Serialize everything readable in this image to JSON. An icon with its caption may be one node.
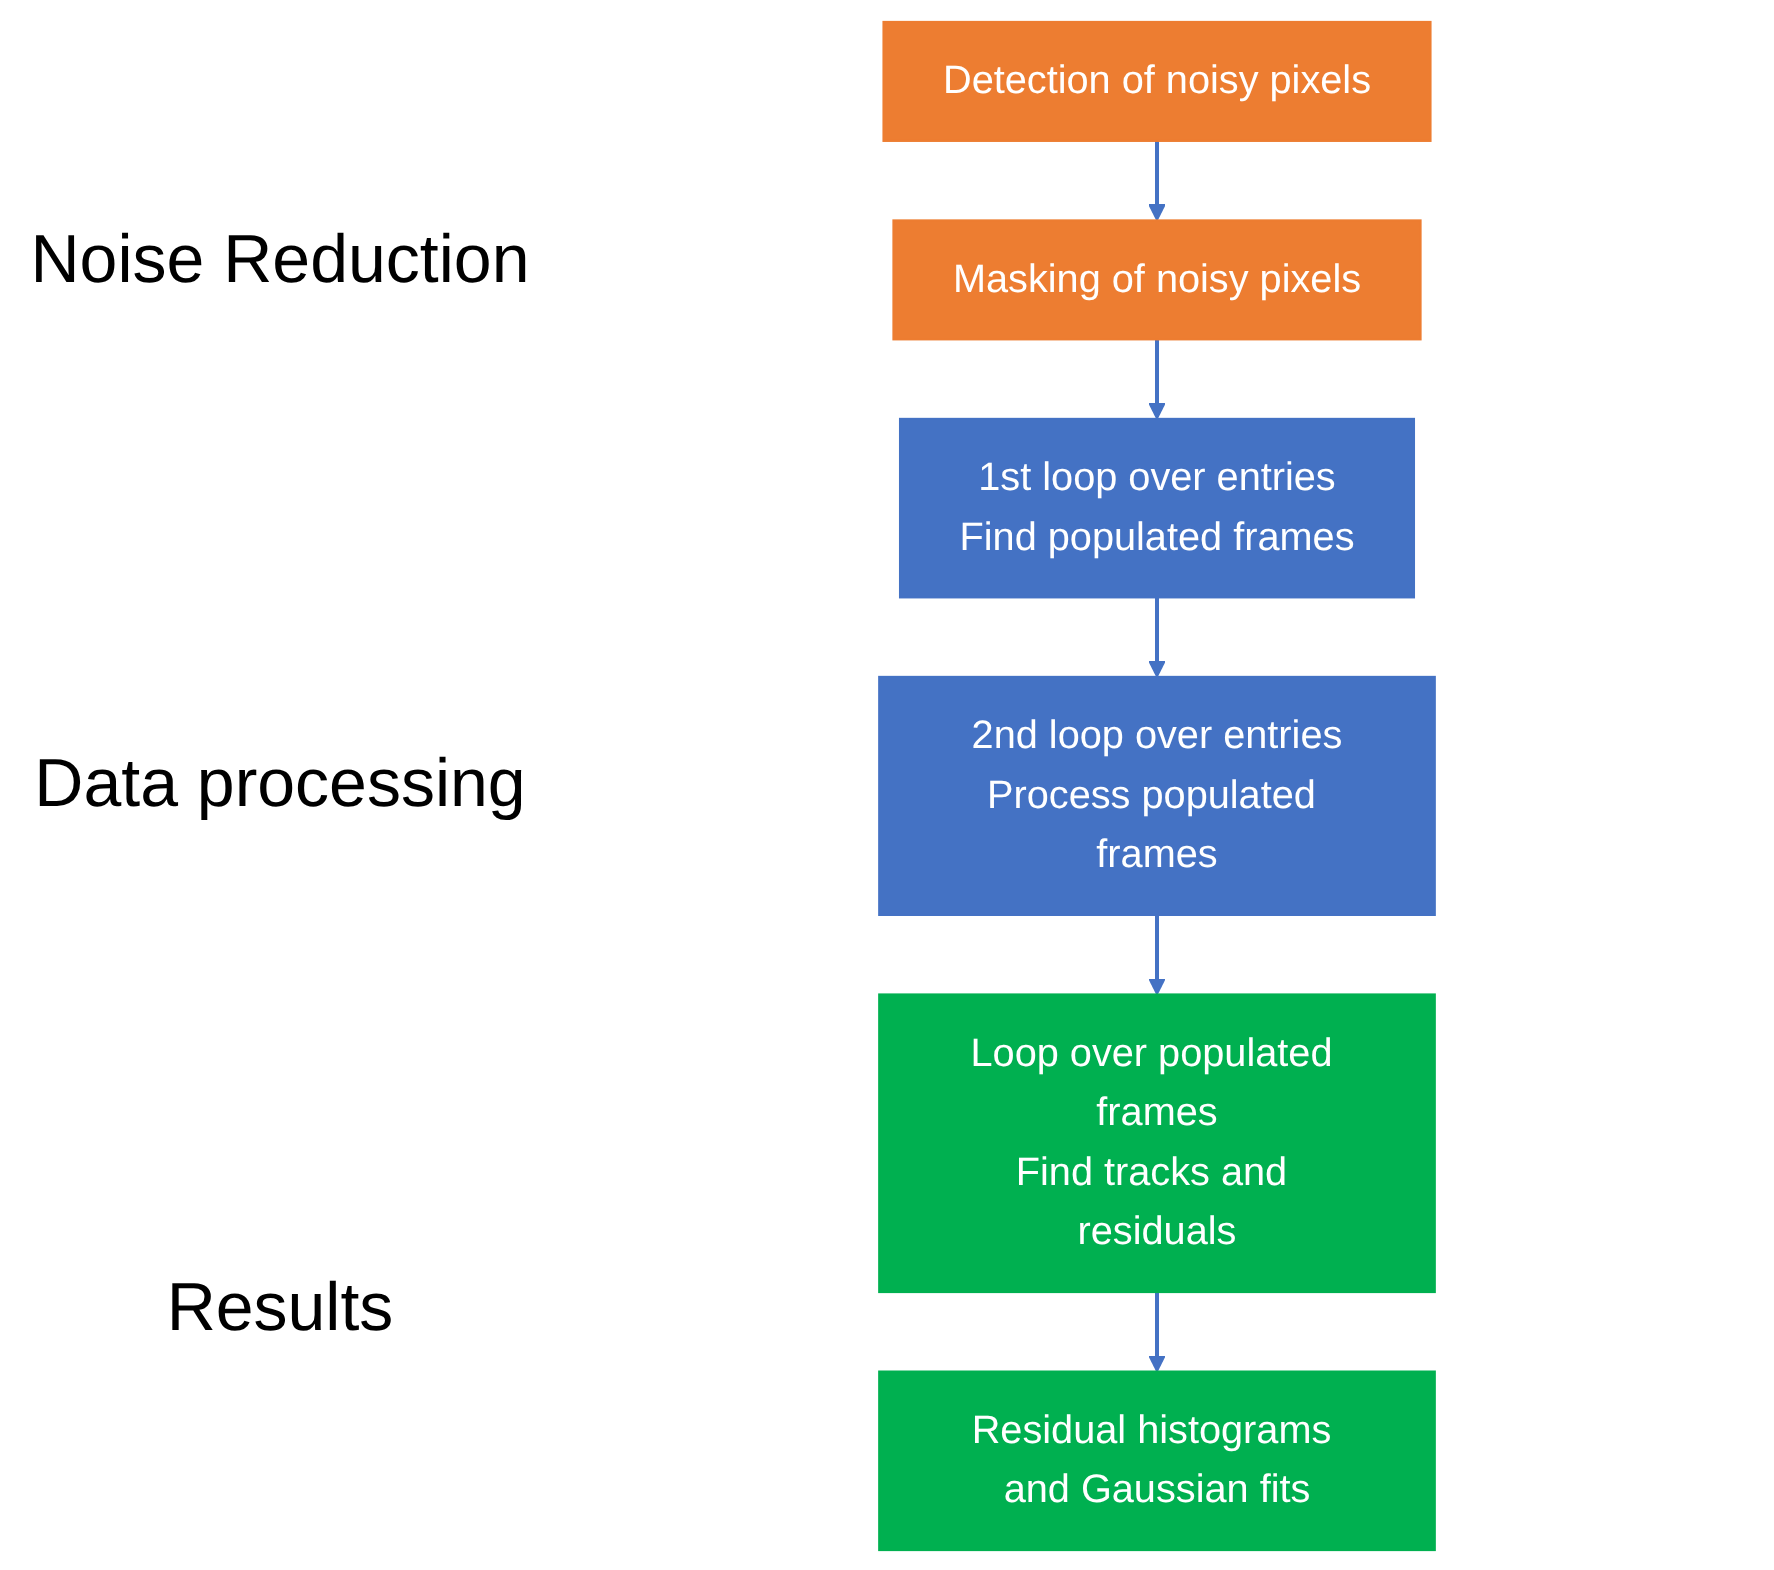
{
  "diagram": {
    "nodes": [
      {
        "text": [
          "Detection of noisy pixels"
        ]
      },
      {
        "text": [
          "Masking of noisy pixels"
        ]
      },
      {
        "text": [
          "2nd loop over entries",
          "Process populated frames"
        ]
      },
      {
        "text": [
          "1st loop over entries",
          "Find populated frames"
        ]
      },
      {
        "text": [
          "Loop over populated frames",
          "Find tracks and residuals"
        ]
      },
      {
        "text": [
          "Residual histograms and Gaussian fits"
        ]
      }
    ],
    "edges": [
      {
        "from": 0,
        "to": 1,
        "arrow": "to"
      },
      {
        "from": 1,
        "to": 3,
        "arrow": "to"
      },
      {
        "from": 3,
        "to": 2,
        "arrow": "to"
      },
      {
        "from": 2,
        "to": 4,
        "arrow": "to"
      },
      {
        "from": 4,
        "to": 5,
        "arrow": "to"
      }
    ],
    "labels": [
      "Noise Reduction",
      "Data processing",
      "Results"
    ]
  }
}
